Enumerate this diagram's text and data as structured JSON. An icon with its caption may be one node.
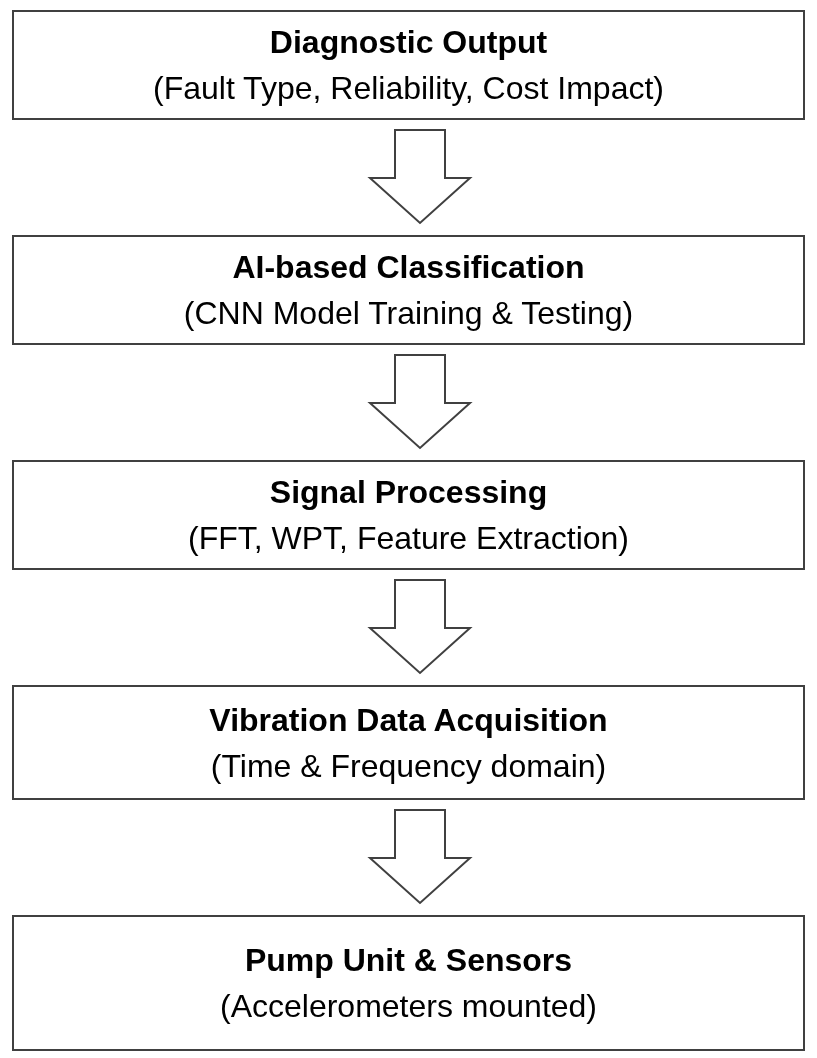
{
  "diagram": {
    "nodes": [
      {
        "text": [
          "Diagnostic Output",
          "(Fault Type, Reliability, Cost Impact)"
        ]
      },
      {
        "text": [
          "AI-based Classification",
          "(CNN Model Training & Testing)"
        ]
      },
      {
        "text": [
          "Signal Processing",
          "(FFT, WPT, Feature Extraction)"
        ]
      },
      {
        "text": [
          "Vibration Data Acquisition",
          "(Time & Frequency domain)"
        ]
      },
      {
        "text": [
          "Pump Unit & Sensors",
          "(Accelerometers mounted)"
        ]
      }
    ],
    "edges": [
      {
        "from": 0,
        "to": 1,
        "arrow": "to"
      },
      {
        "from": 1,
        "to": 2,
        "arrow": "to"
      },
      {
        "from": 2,
        "to": 3,
        "arrow": "to"
      },
      {
        "from": 3,
        "to": 4,
        "arrow": "to"
      }
    ]
  }
}
